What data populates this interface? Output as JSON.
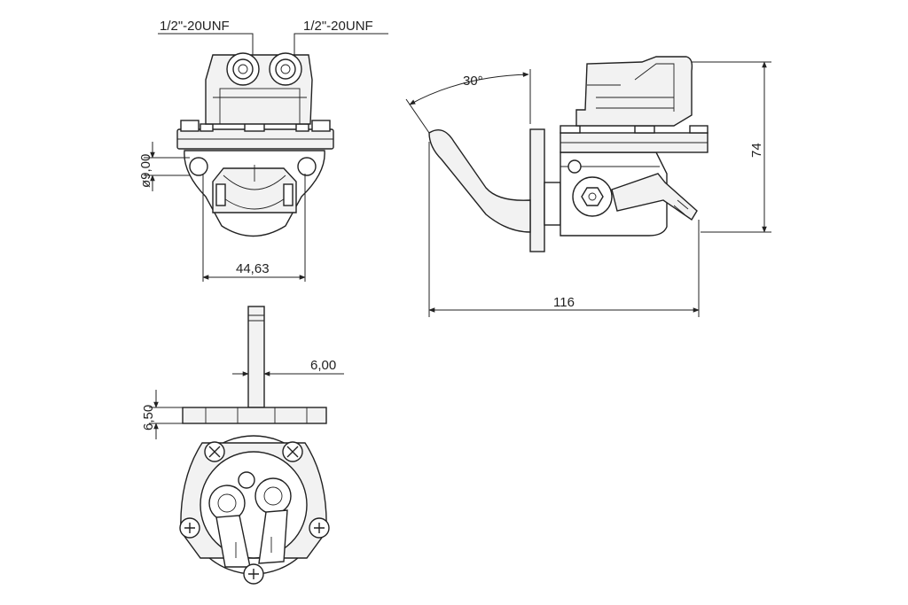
{
  "drawing": {
    "labels": {
      "thread_left": "1/2\"-20UNF",
      "thread_right": "1/2\"-20UNF",
      "hole_diameter": "ø9,00",
      "flange_width": "44,63",
      "lever_angle": "30°",
      "height": "74",
      "length": "116",
      "stem_width": "6,00",
      "flange_thickness": "6,50"
    }
  }
}
